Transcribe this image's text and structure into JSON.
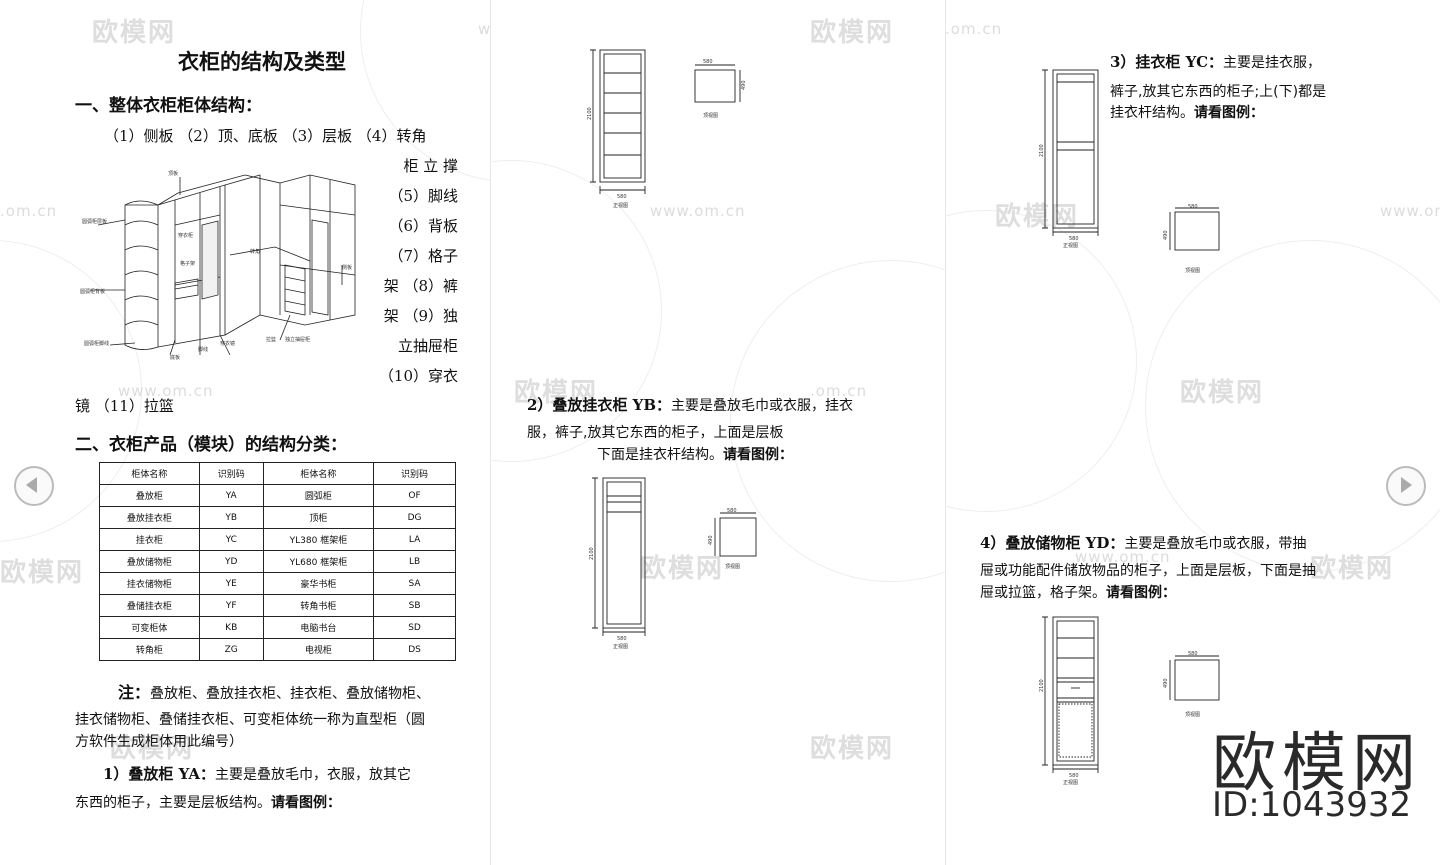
{
  "watermark": {
    "brand": "欧模网",
    "url": "www.om.cn",
    "url_short": ".om.cn"
  },
  "page1": {
    "title": "衣柜的结构及类型",
    "section1_heading": "一、整体衣柜柜体结构：",
    "parts_line1": "（1）侧板 （2）顶、底板 （3）层板 （4）转角",
    "parts_right": [
      "柜 立 撑",
      "（5）脚线",
      "（6）背板",
      "（7）格子",
      "架 （8）裤",
      "架 （9）独",
      "立抽屉柜",
      "（10）穿衣"
    ],
    "parts_last": "镜 （11）拉篮",
    "diagram_labels": [
      "顶板",
      "圆弧柜层板",
      "穿衣柜",
      "格子架",
      "圆弧柜背板",
      "圆弧柜脚线",
      "底板",
      "脚线",
      "穿衣镜",
      "转角",
      "拉篮",
      "独立抽屉柜",
      "侧板"
    ],
    "section2_heading": "二、衣柜产品（模块）的结构分类：",
    "table": {
      "headers": [
        "柜体名称",
        "识别码",
        "柜体名称",
        "识别码"
      ],
      "rows": [
        [
          "叠放柜",
          "YA",
          "圆弧柜",
          "OF"
        ],
        [
          "叠放挂衣柜",
          "YB",
          "顶柜",
          "DG"
        ],
        [
          "挂衣柜",
          "YC",
          "YL380 框架柜",
          "LA"
        ],
        [
          "叠放储物柜",
          "YD",
          "YL680 框架柜",
          "LB"
        ],
        [
          "挂衣储物柜",
          "YE",
          "豪华书柜",
          "SA"
        ],
        [
          "叠储挂衣柜",
          "YF",
          "转角书柜",
          "SB"
        ],
        [
          "可变柜体",
          "KB",
          "电脑书台",
          "SD"
        ],
        [
          "转角柜",
          "ZG",
          "电视柜",
          "DS"
        ]
      ]
    },
    "note_label": "注：",
    "note_l1": "叠放柜、叠放挂衣柜、挂衣柜、叠放储物柜、",
    "note_l2": "挂衣储物柜、叠储挂衣柜、可变柜体统一称为直型柜（圆",
    "note_l3": "方软件生成柜体用此编号）",
    "ya_head": "1）叠放柜 YA：",
    "ya_text": "主要是叠放毛巾，衣服，放其它",
    "ya_text2": "东西的柜子，主要是层板结构。",
    "see": "请看图例："
  },
  "page2": {
    "yb_head": "2）叠放挂衣柜 YB：",
    "yb_text1": "主要是叠放毛巾或衣服，挂衣",
    "yb_text2": "服，裤子,放其它东西的柜子，上面是层板",
    "yb_text3": "下面是挂衣杆结构。",
    "see": "请看图例：",
    "ya_dims": {
      "height": "2100",
      "width": "580",
      "depth": "490",
      "top_w": "580"
    },
    "ya_labels": {
      "front": "正视图",
      "top": "顶视图"
    },
    "yb_dims": {
      "height": "2100",
      "width": "580",
      "depth": "490",
      "top_w": "580"
    },
    "yb_labels": {
      "front": "正视图",
      "top": "顶视图"
    }
  },
  "page3": {
    "yc_head": "3）挂衣柜 YC：",
    "yc_text1": "主要是挂衣服，",
    "yc_text2": "裤子,放其它东西的柜子;上(下)都是",
    "yc_text3": "挂衣杆结构。",
    "yd_head": "4）叠放储物柜 YD：",
    "yd_text1": "主要是叠放毛巾或衣服，带抽",
    "yd_text2": "屉或功能配件储放物品的柜子，上面是层板，下面是抽",
    "yd_text3": "屉或拉篮，格子架。",
    "see": "请看图例：",
    "yc_dims": {
      "height": "2100",
      "width": "580",
      "depth": "490",
      "top_w": "580"
    },
    "yc_labels": {
      "front": "正视图",
      "top": "顶视图"
    },
    "yd_dims": {
      "height": "2100",
      "width": "580",
      "depth": "490",
      "top_w": "580"
    },
    "yd_labels": {
      "front": "正视图",
      "top": "顶视图"
    }
  },
  "brand": {
    "name": "欧模网",
    "id": "ID:1043932"
  },
  "colors": {
    "text": "#111111",
    "watermark": "#dedede",
    "brand": "#2a2a2a"
  },
  "icons": {
    "prev": "chevron-left-icon",
    "next": "chevron-right-icon"
  }
}
